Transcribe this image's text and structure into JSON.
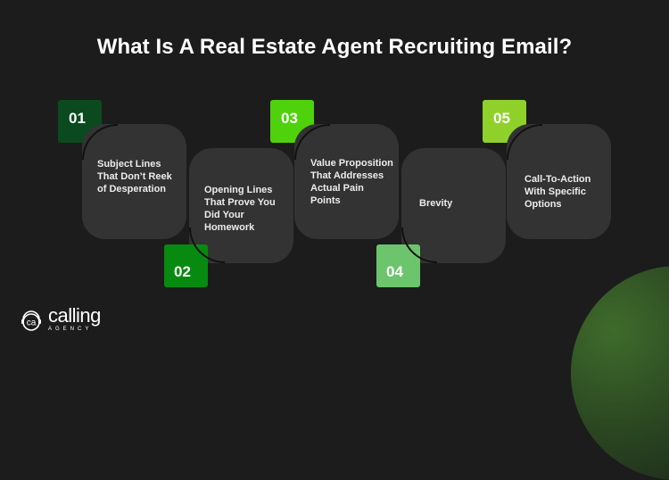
{
  "title": "What Is A Real Estate Agent Recruiting Email?",
  "steps": [
    {
      "number": "01",
      "label": "Subject Lines That Don’t Reek of Desperation",
      "color": "#0b4a1e",
      "badge_position": "top"
    },
    {
      "number": "02",
      "label": "Opening Lines That Prove You Did Your Homework",
      "color": "#078a0f",
      "badge_position": "bottom"
    },
    {
      "number": "03",
      "label": "Value Proposition That Addresses Actual Pain Points",
      "color": "#4fd10c",
      "badge_position": "top"
    },
    {
      "number": "04",
      "label": "Brevity",
      "color": "#6cc56c",
      "badge_position": "bottom"
    },
    {
      "number": "05",
      "label": "Call-To-Action With Specific Options",
      "color": "#8fd12a",
      "badge_position": "top"
    }
  ],
  "logo": {
    "main": "calling",
    "sub": "AGENCY"
  },
  "colors": {
    "background": "#1c1c1c",
    "card": "#333333",
    "text": "#ffffff"
  }
}
